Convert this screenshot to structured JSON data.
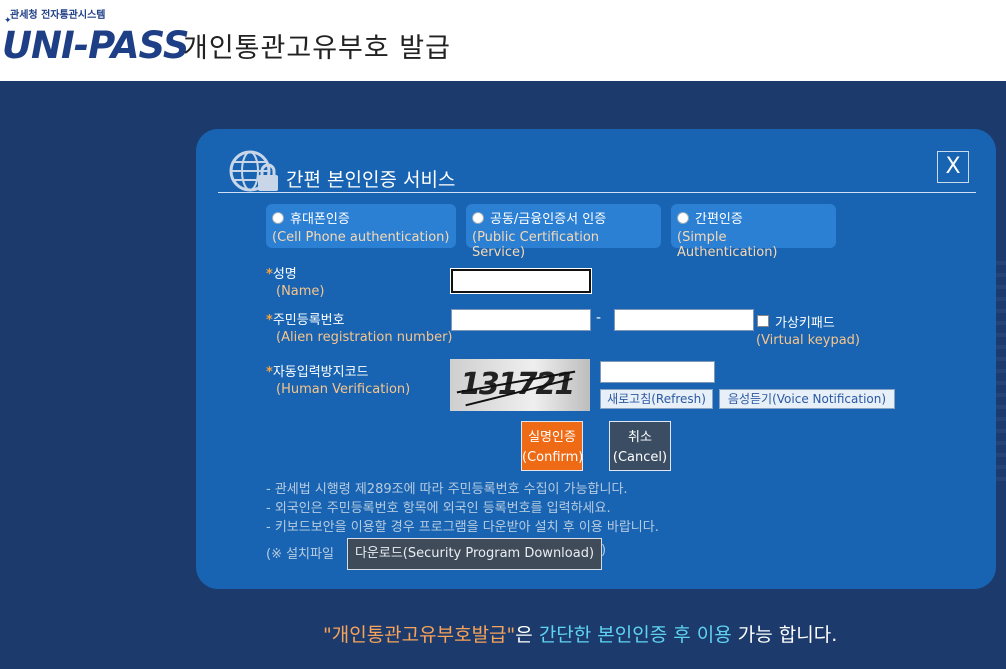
{
  "header": {
    "brand_small": "관세청 전자통관시스템",
    "brand_logo": "UNI-PASS",
    "title": "개인통관고유부호 발급"
  },
  "panel": {
    "title": "간편 본인인증 서비스",
    "close_label": "X",
    "options": [
      {
        "ko": "휴대폰인증",
        "en": "(Cell Phone authentication)"
      },
      {
        "ko": "공동/금융인증서 인증",
        "en": "(Public Certification Service)"
      },
      {
        "ko": "간편인증",
        "en": "(Simple Authentication)"
      }
    ],
    "fields": {
      "name": {
        "ko": "성명",
        "en": "(Name)"
      },
      "alien_reg": {
        "ko": "주민등록번호",
        "en": "(Alien registration number)"
      },
      "human": {
        "ko": "자동입력방지코드",
        "en": "(Human Verification)"
      }
    },
    "dash": "-",
    "keypad": {
      "ko": "가상키패드",
      "en": "(Virtual keypad)"
    },
    "captcha_text": "131721",
    "refresh_label": "새로고침(Refresh)",
    "voice_label": "음성듣기(Voice Notification)",
    "confirm": {
      "ko": "실명인증",
      "en": "(Confirm)"
    },
    "cancel": {
      "ko": "취소",
      "en": "(Cancel)"
    },
    "notes": [
      "- 관세법 시행령 제289조에 따라 주민등록번호 수집이 가능합니다.",
      "- 외국인은 주민등록번호 항목에 외국인 등록번호를 입력하세요.",
      "- 키보드보안을 이용할 경우 프로그램을 다운받아 설치 후 이용 바랍니다."
    ],
    "install_prefix": "(※ 설치파일",
    "download_label": "다운로드(Security Program Download)",
    "install_suffix": ")"
  },
  "footer": {
    "part1": "\"개인통관고유부호발급\"",
    "part2": "은 ",
    "part3": "간단한 본인인증 후 이용",
    "part4": " 가능 합니다."
  }
}
